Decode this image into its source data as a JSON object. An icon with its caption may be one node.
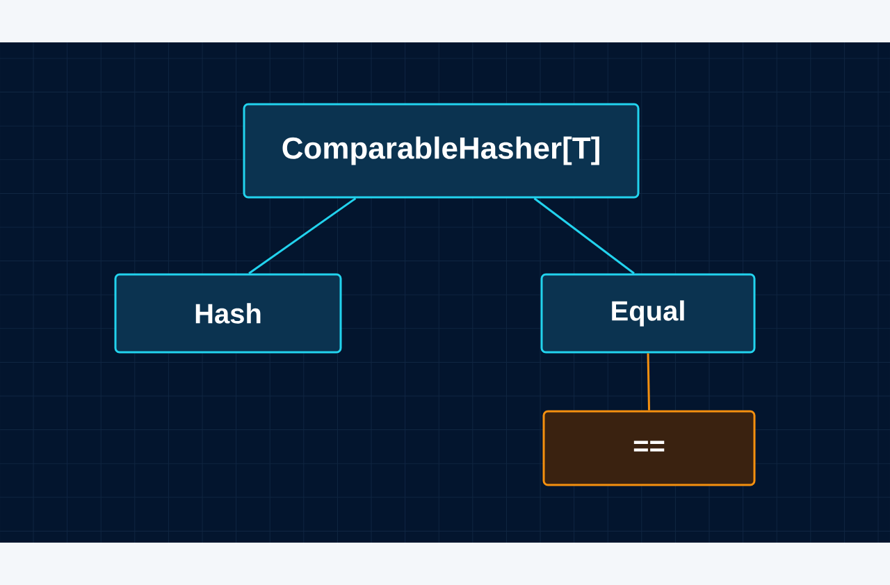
{
  "diagram": {
    "nodes": [
      {
        "text": [
          "ComparableHasher[T]"
        ]
      },
      {
        "text": [
          "Hash"
        ]
      },
      {
        "text": [
          "Equal"
        ]
      },
      {
        "text": [
          "=="
        ]
      }
    ],
    "edges": [
      {
        "from": 0,
        "to": 1,
        "arrow": "none"
      },
      {
        "from": 0,
        "to": 2,
        "arrow": "none"
      },
      {
        "from": 2,
        "to": 3,
        "arrow": "none",
        "color": "#f5900f"
      }
    ]
  }
}
